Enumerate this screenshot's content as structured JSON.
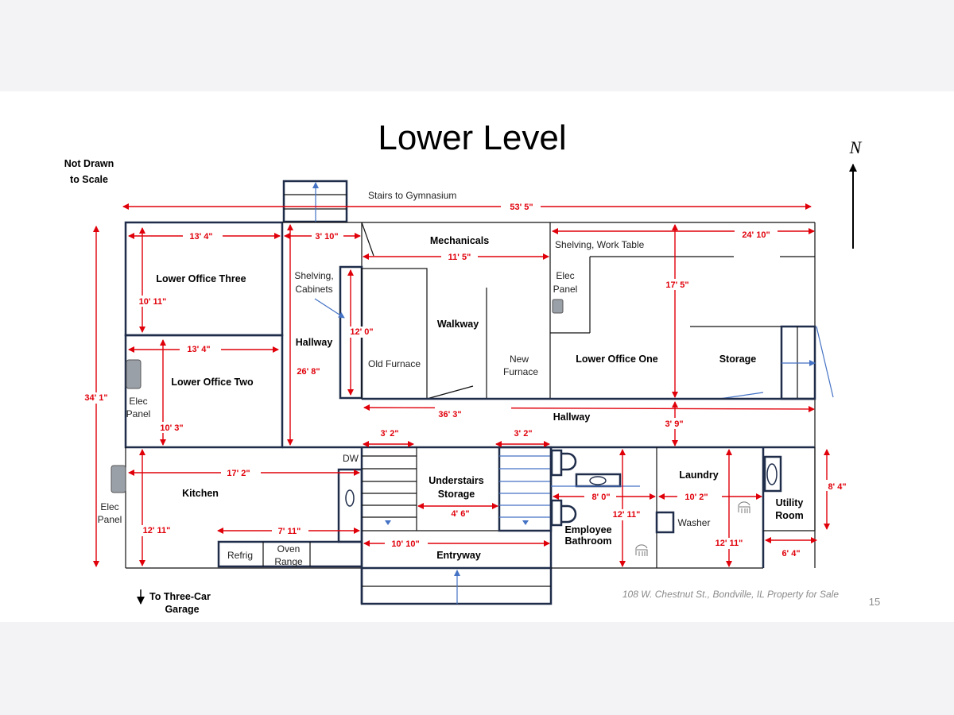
{
  "title": "Lower Level",
  "scale_note": [
    "Not Drawn",
    "to Scale"
  ],
  "north_label": "N",
  "stairs_label": "Stairs to Gymnasium",
  "rooms": {
    "office_three": "Lower Office Three",
    "office_two": "Lower Office Two",
    "hallway_west": "Hallway",
    "mechanicals": "Mechanicals",
    "walkway": "Walkway",
    "lower_office_one": "Lower Office One",
    "storage": "Storage",
    "hallway_center": "Hallway",
    "kitchen": "Kitchen",
    "understairs": [
      "Understairs",
      "Storage"
    ],
    "entryway": "Entryway",
    "bathroom": [
      "Employee",
      "Bathroom"
    ],
    "laundry": "Laundry",
    "utility": [
      "Utility",
      "Room"
    ]
  },
  "fixtures": {
    "shelving_cabinets": [
      "Shelving,",
      "Cabinets"
    ],
    "shelving_work_table": "Shelving, Work Table",
    "elec_panel": [
      "Elec",
      "Panel"
    ],
    "old_furnace": "Old Furnace",
    "new_furnace": [
      "New",
      "Furnace"
    ],
    "dw": "DW",
    "refrig": "Refrig",
    "oven_range": [
      "Oven",
      "Range"
    ],
    "washer": "Washer"
  },
  "garage_note": [
    "To Three-Car",
    "Garage"
  ],
  "dimensions": {
    "overall_width": "53' 5\"",
    "overall_depth": "34' 1\"",
    "office_three_width": "13' 4\"",
    "office_three_depth": "10' 11\"",
    "office_two_width": "13' 4\"",
    "office_two_depth": "10' 3\"",
    "hallway_west_width": "3' 10\"",
    "hallway_west_length": "26' 8\"",
    "shelving_length": "12' 0\"",
    "mechanicals_width": "11' 5\"",
    "office_one_width": "24' 10\"",
    "office_one_depth": "17' 5\"",
    "hallway_center_length": "36' 3\"",
    "hallway_center_width": "3' 9\"",
    "stairs_west_width": "3' 2\"",
    "stairs_east_width": "3' 2\"",
    "kitchen_width": "17' 2\"",
    "kitchen_depth": "12' 11\"",
    "kitchen_counter": "7' 11\"",
    "understairs_width": "4' 6\"",
    "entryway_width": "10' 10\"",
    "bathroom_width": "8' 0\"",
    "bathroom_depth": "12' 11\"",
    "laundry_width": "10' 2\"",
    "laundry_depth": "12' 11\"",
    "utility_depth": "8' 4\"",
    "utility_width": "6' 4\""
  },
  "footer": "108 W. Chestnut St., Bondville, IL Property for Sale",
  "page_number": "15",
  "colors": {
    "wall": "#1f2d4a",
    "dimension": "#e0000a",
    "arrow": "#4472c4"
  }
}
